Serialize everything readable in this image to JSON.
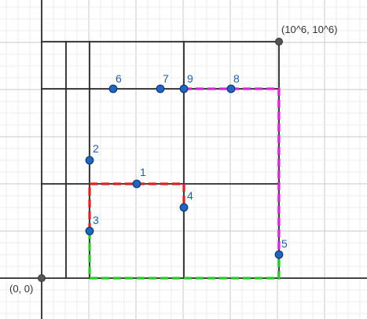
{
  "colors": {
    "minor_grid": "#ececec",
    "major_grid": "#c8c8c8",
    "line": "#2a2a2a",
    "point_fill": "#1f66c2",
    "point_stroke": "#0e3a78",
    "point_label": "#1f5fa8",
    "corner_point": "#555555",
    "path_red": "#e02020",
    "path_green": "#22cc22",
    "path_magenta": "#e020e0"
  },
  "corners": {
    "origin": {
      "label": "(0, 0)"
    },
    "top_right": {
      "label": "(10^6, 10^6)"
    }
  },
  "points": [
    {
      "label": "1"
    },
    {
      "label": "2"
    },
    {
      "label": "3"
    },
    {
      "label": "4"
    },
    {
      "label": "5"
    },
    {
      "label": "6"
    },
    {
      "label": "7"
    },
    {
      "label": "8"
    },
    {
      "label": "9"
    }
  ],
  "paths": [
    {
      "name": "red-dashed-path",
      "color": "red"
    },
    {
      "name": "green-dashed-path",
      "color": "green"
    },
    {
      "name": "magenta-dashed-path",
      "color": "magenta"
    }
  ]
}
